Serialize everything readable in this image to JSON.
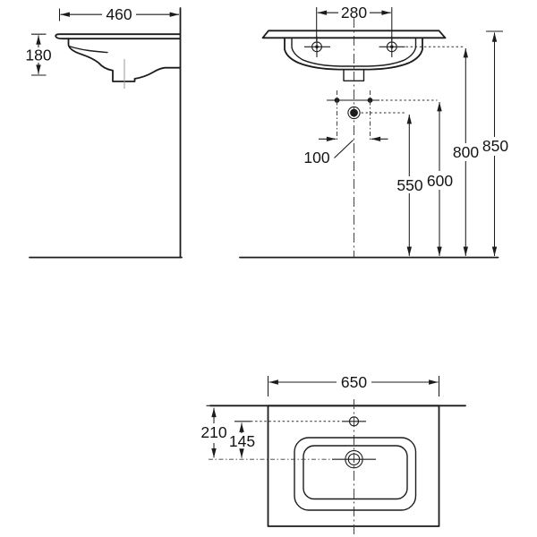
{
  "meta": {
    "background": "#ffffff",
    "line_color": "#1c1c1c",
    "drawing_type": "washbasin installation dimension drawing"
  },
  "views": {
    "side": {
      "dims": {
        "depth": "460",
        "height": "180"
      }
    },
    "front": {
      "dims": {
        "tap_centers": "280",
        "outlet_centers": "100",
        "trap_height": "550",
        "supply_height": "600",
        "fixing_height": "800",
        "rim_height": "850"
      }
    },
    "plan": {
      "dims": {
        "width": "650",
        "back_to_drain": "210",
        "tap_to_drain": "145"
      }
    }
  }
}
